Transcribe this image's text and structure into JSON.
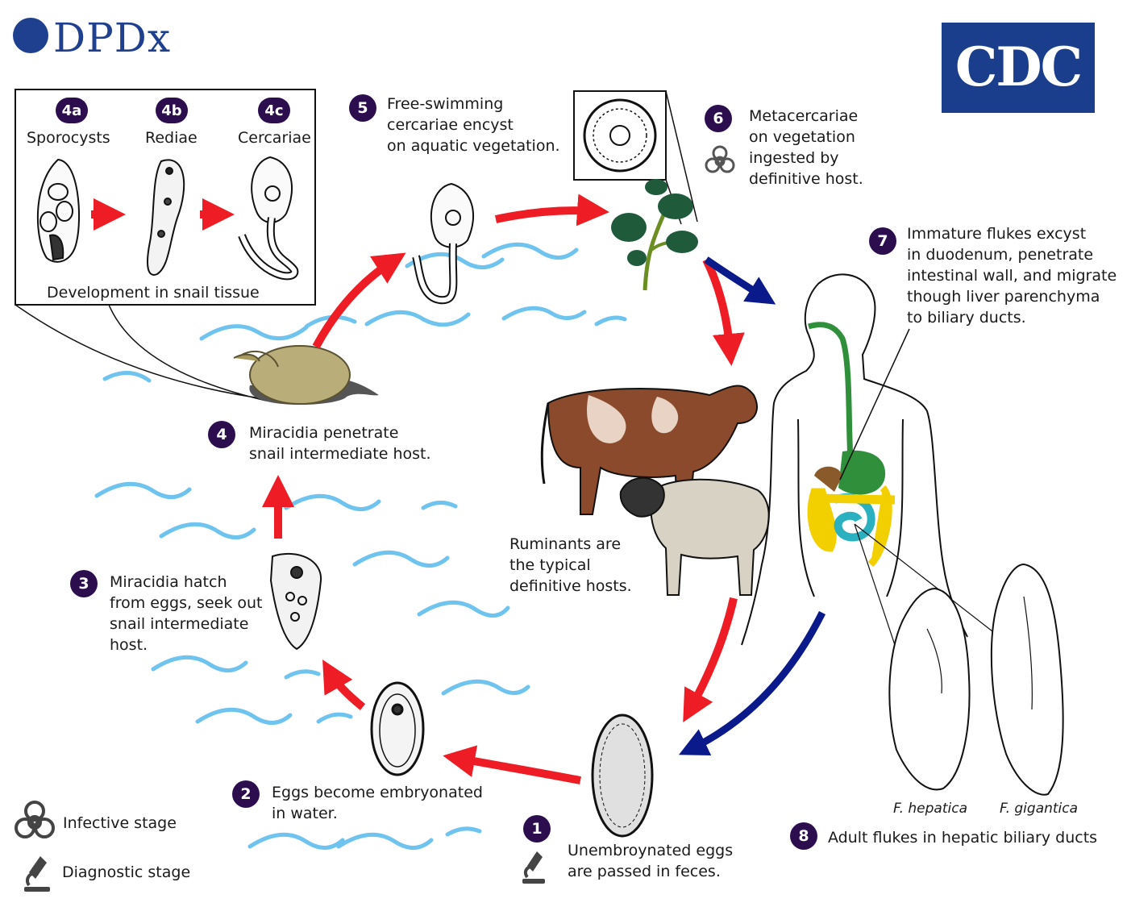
{
  "header": {
    "logo_text": "DPDx",
    "agency_logo": "CDC"
  },
  "snail_box": {
    "stages": [
      {
        "badge": "4a",
        "label": "Sporocysts"
      },
      {
        "badge": "4b",
        "label": "Rediae"
      },
      {
        "badge": "4c",
        "label": "Cercariae"
      }
    ],
    "caption": "Development in snail tissue"
  },
  "steps": {
    "s1": {
      "badge": "1",
      "line1": "Unembroynated eggs",
      "line2": "are passed in feces."
    },
    "s2": {
      "badge": "2",
      "line1": "Eggs become embryonated",
      "line2": "in water."
    },
    "s3": {
      "badge": "3",
      "line1": "Miracidia hatch",
      "line2": "from eggs, seek out",
      "line3": "snail intermediate",
      "line4": "host."
    },
    "s4": {
      "badge": "4",
      "line1": "Miracidia penetrate",
      "line2": "snail intermediate host."
    },
    "s5": {
      "badge": "5",
      "line1": "Free-swimming",
      "line2": "cercariae encyst",
      "line3": "on aquatic vegetation."
    },
    "s6": {
      "badge": "6",
      "line1": "Metacercariae",
      "line2": "on vegetation",
      "line3": "ingested by",
      "line4": "definitive host."
    },
    "s7": {
      "badge": "7",
      "line1": "Immature flukes excyst",
      "line2": "in duodenum, penetrate",
      "line3": "intestinal wall, and migrate",
      "line4": "though liver parenchyma",
      "line5": "to biliary ducts."
    },
    "s8": {
      "badge": "8",
      "line1": "Adult flukes in hepatic biliary ducts"
    }
  },
  "ruminants": {
    "line1": "Ruminants are",
    "line2": "the typical",
    "line3": "definitive hosts."
  },
  "species": {
    "left": "F. hepatica",
    "right": "F. gigantica"
  },
  "legend": {
    "infective": "Infective stage",
    "diagnostic": "Diagnostic stage"
  },
  "icons": [
    "biohazard-icon",
    "microscope-icon"
  ],
  "colors": {
    "badge": "#2c0e4f",
    "human_cycle_arrow": "#0a1a8a",
    "cycle_arrow": "#ee1c24",
    "water": "#6ec3ef",
    "logo_blue": "#1f3f8f"
  }
}
